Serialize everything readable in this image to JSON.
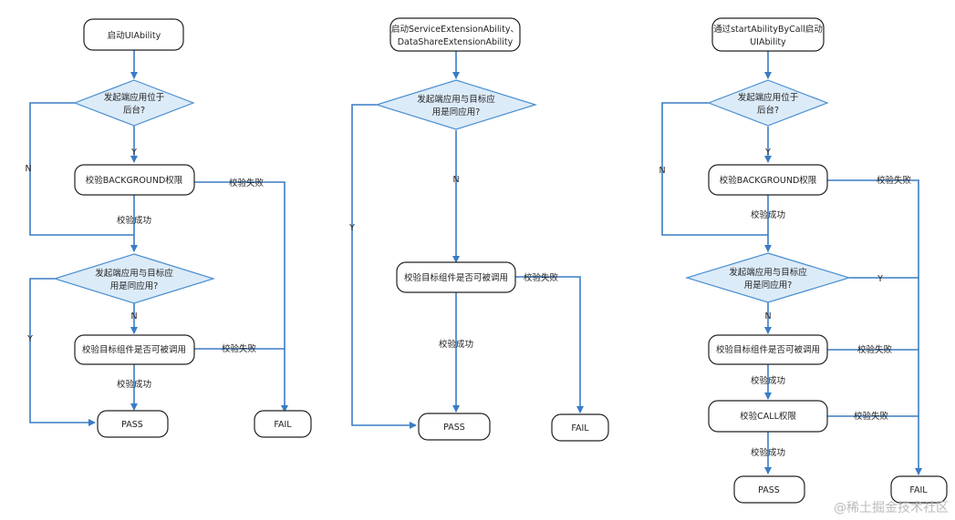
{
  "flow1": {
    "start": "启动UIAbility",
    "d1_l1": "发起端应用位于",
    "d1_l2": "后台?",
    "y1": "Y",
    "n1": "N",
    "check_bg": "校验BACKGROUND权限",
    "fail_bg": "校验失败",
    "success_bg": "校验成功",
    "d2_l1": "发起端应用与目标应",
    "d2_l2": "用是同应用?",
    "n2": "N",
    "y2": "Y",
    "check_target": "校验目标组件是否可被调用",
    "fail_target": "校验失败",
    "success_target": "校验成功",
    "pass": "PASS",
    "fail": "FAIL"
  },
  "flow2": {
    "start_l1": "启动ServiceExtensionAbility、",
    "start_l2": "DataShareExtensionAbility",
    "d1_l1": "发起端应用与目标应",
    "d1_l2": "用是同应用?",
    "n1": "N",
    "y1": "Y",
    "check_target": "校验目标组件是否可被调用",
    "fail_target": "校验失败",
    "success_target": "校验成功",
    "pass": "PASS",
    "fail": "FAIL"
  },
  "flow3": {
    "start_l1": "通过startAbilityByCall启动",
    "start_l2": "UIAbility",
    "d1_l1": "发起端应用位于",
    "d1_l2": "后台?",
    "y1": "Y",
    "n1": "N",
    "check_bg": "校验BACKGROUND权限",
    "fail_bg": "校验失败",
    "success_bg": "校验成功",
    "d2_l1": "发起端应用与目标应",
    "d2_l2": "用是同应用?",
    "y2": "Y",
    "n2": "N",
    "check_target": "校验目标组件是否可被调用",
    "fail_target": "校验失败",
    "success_target": "校验成功",
    "check_call": "校验CALL权限",
    "fail_call": "校验失败",
    "success_call": "校验成功",
    "pass": "PASS",
    "fail": "FAIL"
  },
  "watermark": "@稀土掘金技术社区",
  "colors": {
    "line": "#3a7cc4",
    "diamond_fill": "#dcebf8",
    "diamond_stroke": "#4a8fd0",
    "box_stroke": "#222222"
  }
}
